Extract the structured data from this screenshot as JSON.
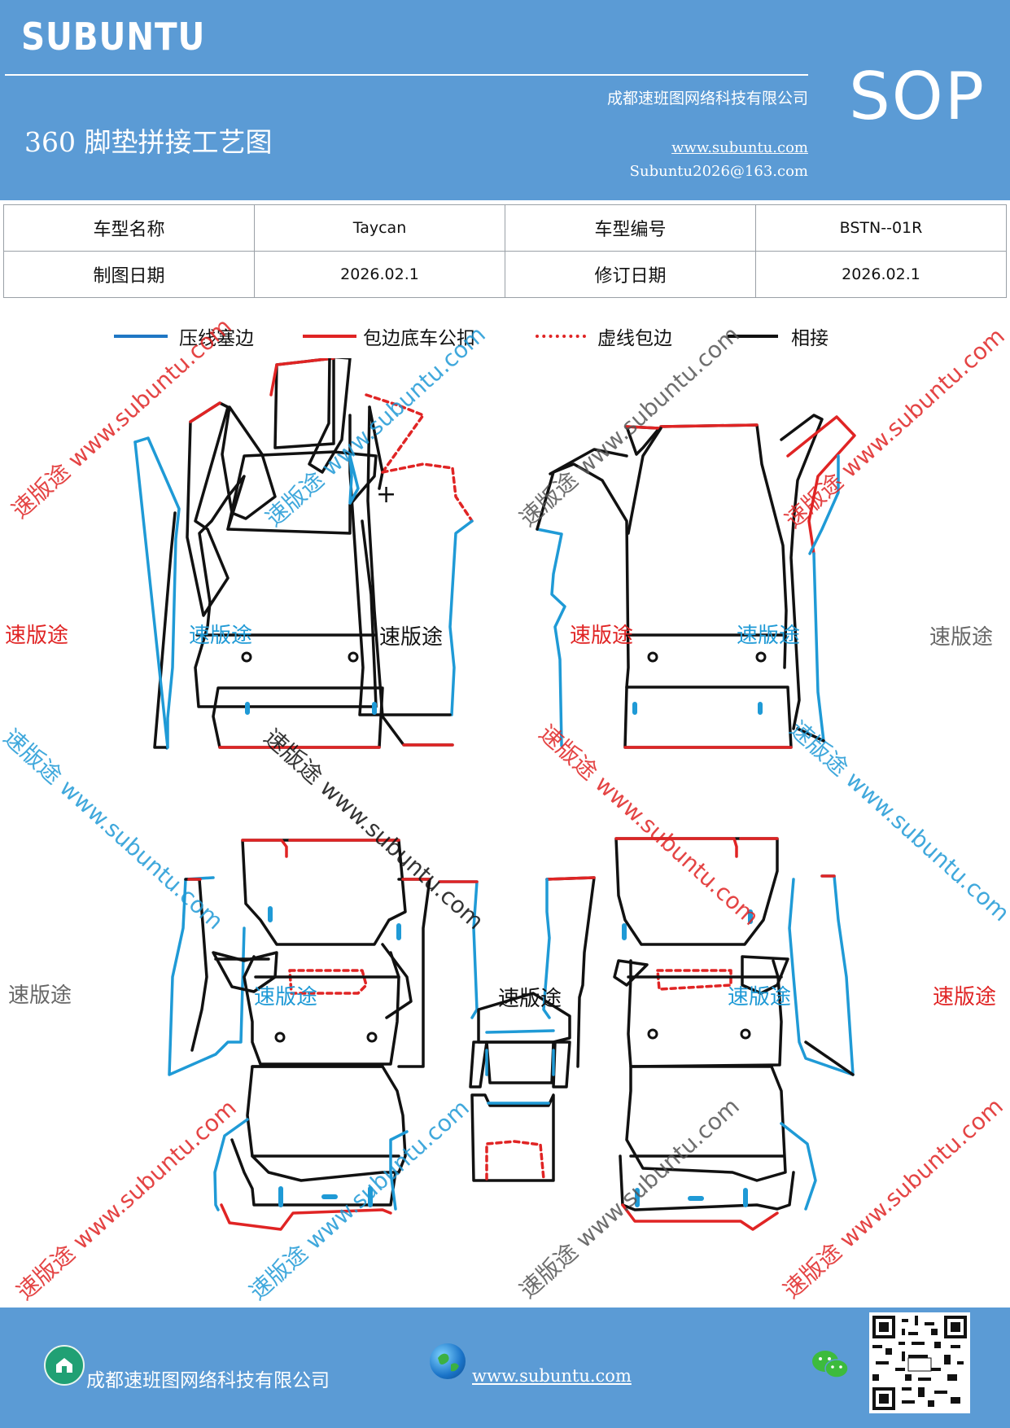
{
  "header": {
    "brand": "SUBUNTU",
    "company": "成都速班图网络科技有限公司",
    "title": "360 脚垫拼接工艺图",
    "website": "www.subuntu.com",
    "email": "Subuntu2026@163.com",
    "badge": "SOP"
  },
  "info_table": {
    "row1": {
      "label1": "车型名称",
      "value1": "Taycan",
      "label2": "车型编号",
      "value2": "BSTN--01R"
    },
    "row2": {
      "label1": "制图日期",
      "value1": "2026.02.1",
      "label2": "修订日期",
      "value2": "2026.02.1"
    }
  },
  "legend": [
    {
      "label": "压线塞边",
      "color": "#1f77c4",
      "style": "solid"
    },
    {
      "label": "包边底车公扣",
      "color": "#e02424",
      "style": "solid"
    },
    {
      "label": "虚线包边",
      "color": "#e02424",
      "style": "dashed"
    },
    {
      "label": "相接",
      "color": "#111111",
      "style": "solid"
    }
  ],
  "watermarks": {
    "cn": "速版途",
    "combo": "速版途 www.subuntu.com",
    "cross_mark": "+"
  },
  "colors": {
    "header_bg": "#5b9bd5",
    "blue": "#1f9ad6",
    "red": "#e02424",
    "gray": "#666666"
  },
  "footer": {
    "company": "成都速班图网络科技有限公司",
    "website": "www.subuntu.com",
    "icons": [
      "home-icon",
      "globe-icon",
      "wechat-icon",
      "qr-code"
    ]
  }
}
